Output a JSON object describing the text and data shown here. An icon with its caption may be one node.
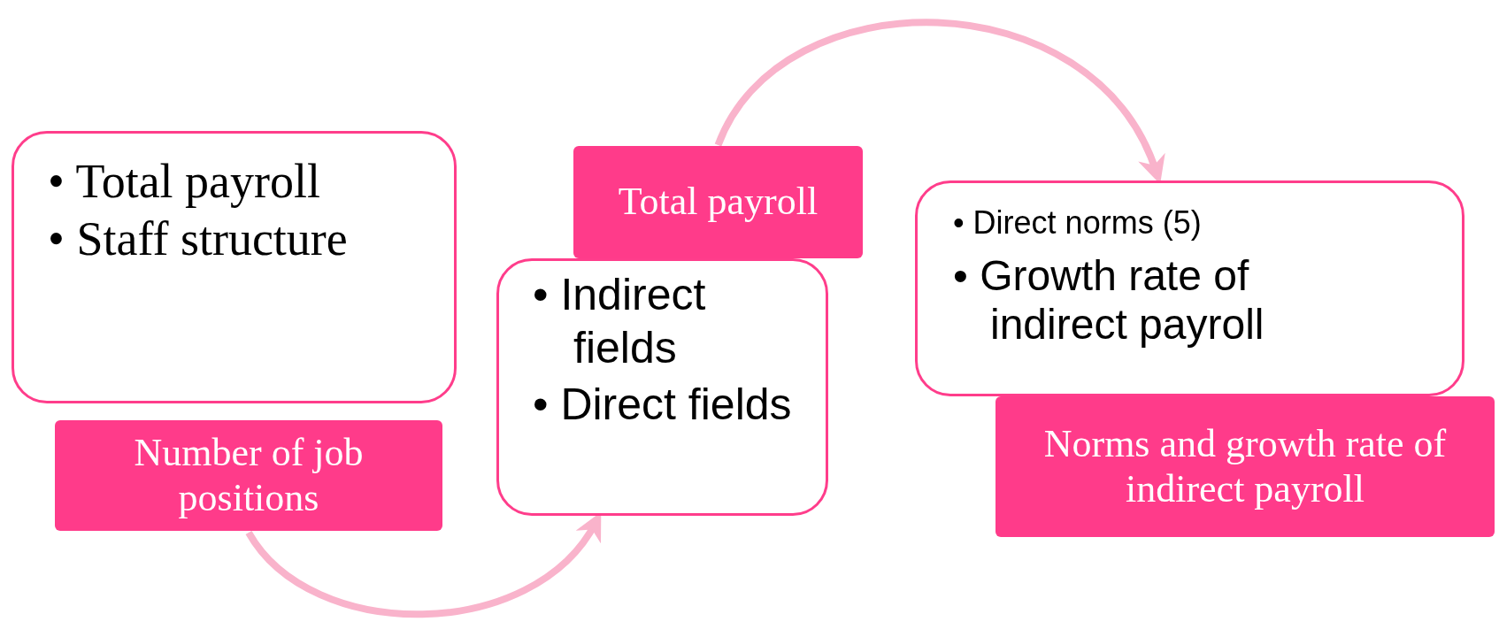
{
  "diagram": {
    "nodes": [
      {
        "text": [
          "• Total payroll",
          "• Staff structure"
        ]
      },
      {
        "text": [
          "Number of job positions"
        ]
      },
      {
        "text": [
          "• Indirect fields",
          "• Direct fields"
        ]
      },
      {
        "text": [
          "Total payroll"
        ]
      },
      {
        "text": [
          "• Direct norms (5)",
          "• Growth rate of indirect payroll"
        ]
      },
      {
        "text": [
          "Norms and growth rate of indirect payroll"
        ]
      }
    ],
    "edges": [
      {
        "from": 1,
        "to": 2,
        "arrow": "to"
      },
      {
        "from": 3,
        "to": 4,
        "arrow": "to"
      }
    ]
  }
}
